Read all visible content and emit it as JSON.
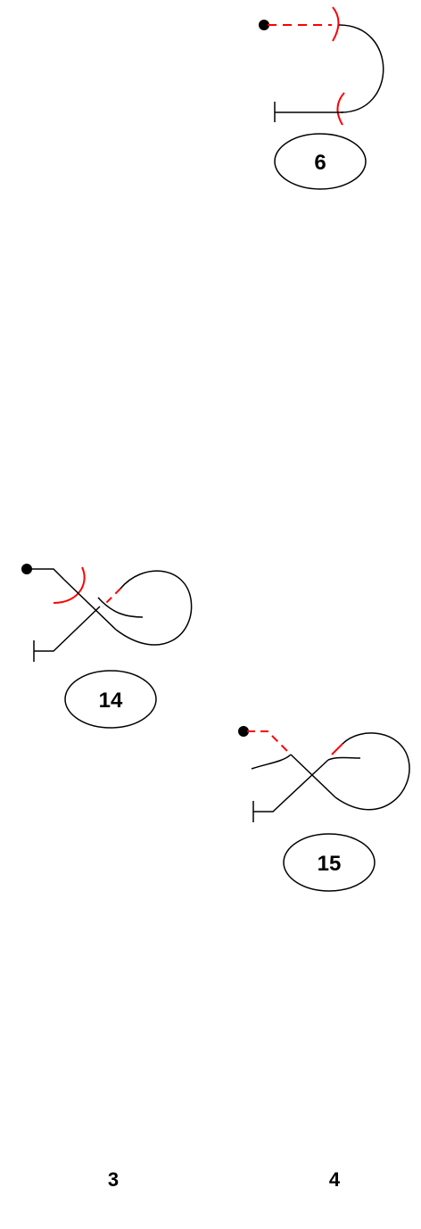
{
  "colors": {
    "line": "#000000",
    "highlight": "#ff0000"
  },
  "diagrams": [
    {
      "label": "6"
    },
    {
      "label": "14"
    },
    {
      "label": "15"
    }
  ],
  "footer": {
    "left_page": "3",
    "right_page": "4"
  }
}
